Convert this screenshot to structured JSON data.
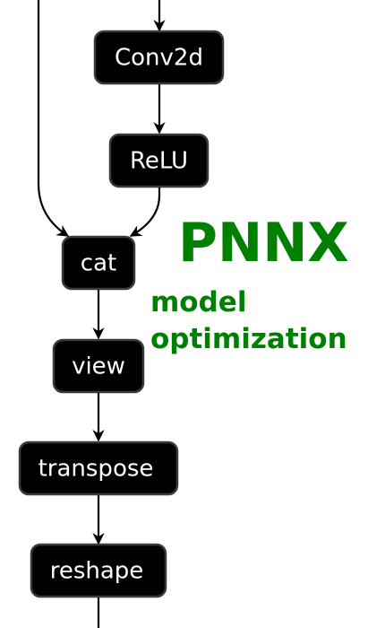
{
  "nodes": {
    "conv2d": "Conv2d",
    "relu": "ReLU",
    "cat": "cat",
    "view": "view",
    "transpose": "transpose",
    "reshape": "reshape"
  },
  "branding": {
    "title": "PNNX",
    "subtitle_line1": "model",
    "subtitle_line2": "optimization"
  },
  "colors": {
    "node_fill": "#000000",
    "node_text": "#ffffff",
    "brand": "#008000"
  }
}
